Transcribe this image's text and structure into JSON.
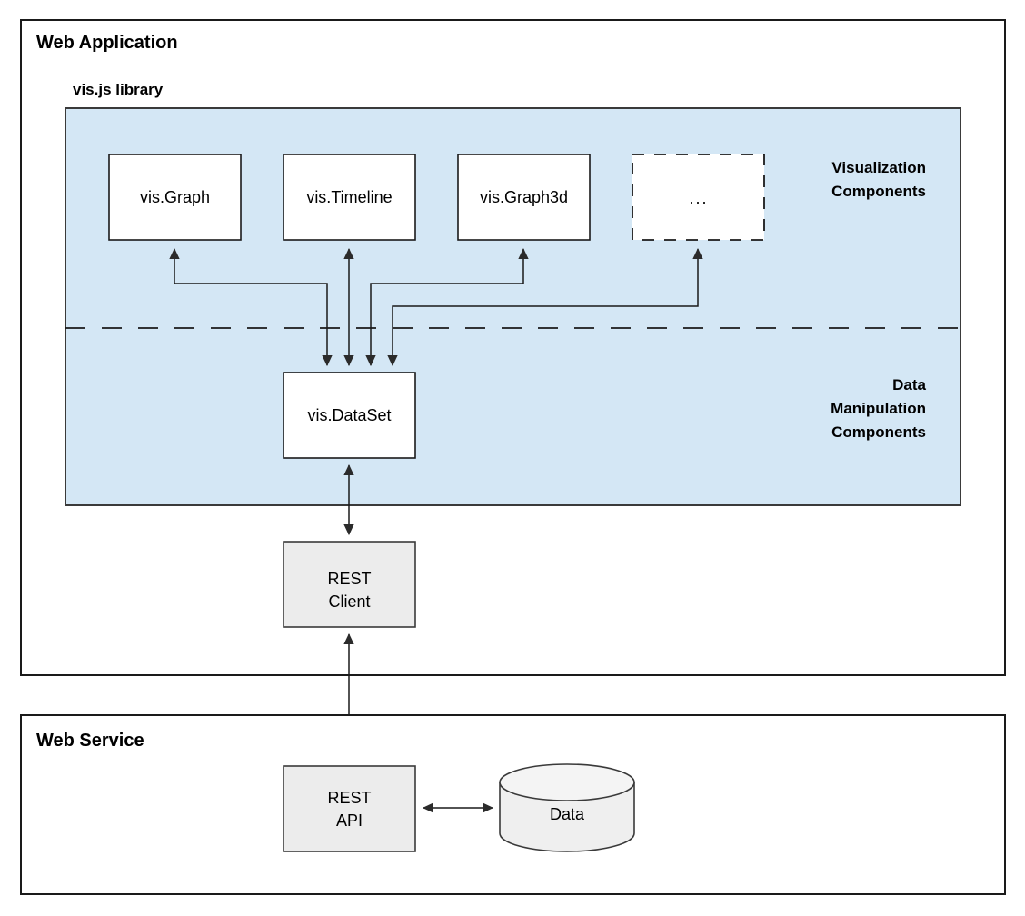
{
  "diagram": {
    "title_web_application": "Web Application",
    "title_web_service": "Web Service",
    "library_title": "vis.js library",
    "zone_visualization": [
      "Visualization",
      "Components"
    ],
    "zone_data_manipulation": [
      "Data",
      "Manipulation",
      "Components"
    ],
    "colors": {
      "library_panel_fill": "#d4e7f5",
      "node_fill": "#ffffff",
      "grey_node_fill": "#ececec",
      "cylinder_fill": "#efefef",
      "stroke": "#1a1a1a",
      "background": "#ffffff"
    },
    "nodes": {
      "vis_graph": "vis.Graph",
      "vis_timeline": "vis.Timeline",
      "vis_graph3d": "vis.Graph3d",
      "more_components": "...",
      "vis_dataset": "vis.DataSet",
      "rest_client_line1": "REST",
      "rest_client_line2": "Client",
      "rest_api_line1": "REST",
      "rest_api_line2": "API",
      "data_store": "Data"
    }
  }
}
